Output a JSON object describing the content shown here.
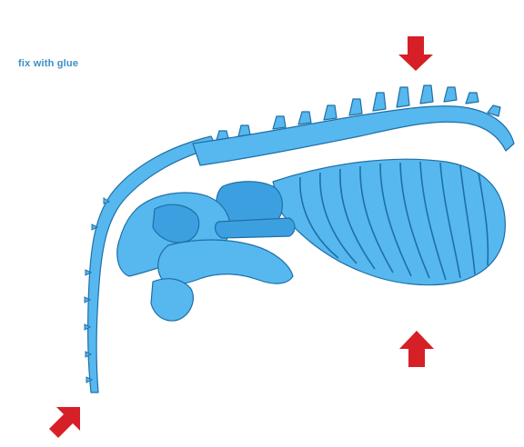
{
  "instruction": {
    "text": "fix with glue"
  },
  "colors": {
    "instruction_text": "#3a8fc6",
    "model_fill": "#56b8ee",
    "model_fill_dark": "#3c9fe0",
    "model_outline": "#1f6fa8",
    "arrow": "#d61f26"
  },
  "arrows": [
    {
      "name": "press-down-arrow-top",
      "direction": "down"
    },
    {
      "name": "press-up-arrow-bottom",
      "direction": "up"
    },
    {
      "name": "tail-tip-arrow",
      "direction": "up-right"
    }
  ],
  "model": {
    "parts": [
      "spine",
      "tail",
      "rib-cage",
      "pelvis",
      "hind-leg",
      "shoulder-joint"
    ]
  }
}
